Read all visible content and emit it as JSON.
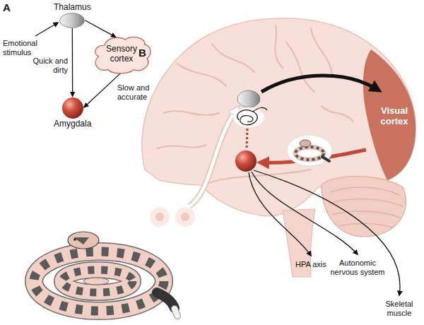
{
  "diagram": {
    "nodes": [
      {
        "text": [
          "Thalamus"
        ]
      },
      {
        "text": [
          "Sensory cortex"
        ]
      },
      {
        "text": [
          "Amygdala"
        ]
      }
    ],
    "edges": [
      {
        "from": 0,
        "to": 1,
        "arrow": "to"
      },
      {
        "from": 0,
        "to": 2,
        "label": "Quick and dirty",
        "arrow": "to"
      },
      {
        "from": 1,
        "to": 2,
        "label": "Slow and accurate",
        "arrow": "to"
      }
    ],
    "labels": [
      "A",
      "Emotional stimulus",
      "B",
      "Visual cortex",
      "HPA axis",
      "Autonomic nervous system",
      "Skeletal muscle"
    ]
  }
}
